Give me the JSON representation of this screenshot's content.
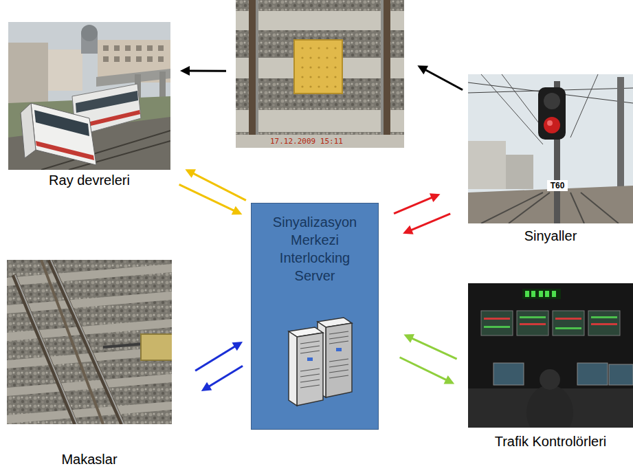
{
  "diagram": {
    "nodes": [
      {
        "text": [
          "17.12.2009 15:11"
        ]
      },
      {
        "text": [
          "Ray devreleri"
        ]
      },
      {
        "text": [
          "Sinyaller"
        ]
      },
      {
        "text": [
          "Sinyalizasyon Merkezi Interlocking Server"
        ]
      },
      {
        "text": [
          "Makaslar"
        ]
      },
      {
        "text": [
          "Trafik Kontrolörleri"
        ]
      }
    ],
    "edges": [
      {
        "from": 0,
        "to": 1,
        "arrow": "to"
      },
      {
        "from": 2,
        "to": 0,
        "arrow": "to"
      },
      {
        "from": 3,
        "to": 1,
        "arrow": "to"
      },
      {
        "from": 1,
        "to": 3,
        "arrow": "to"
      },
      {
        "from": 3,
        "to": 2,
        "arrow": "to"
      },
      {
        "from": 2,
        "to": 3,
        "arrow": "to"
      },
      {
        "from": 4,
        "to": 3,
        "arrow": "to"
      },
      {
        "from": 3,
        "to": 4,
        "arrow": "to"
      },
      {
        "from": 5,
        "to": 3,
        "arrow": "to"
      },
      {
        "from": 3,
        "to": 5,
        "arrow": "to"
      }
    ],
    "labels": [
      "T60"
    ]
  }
}
